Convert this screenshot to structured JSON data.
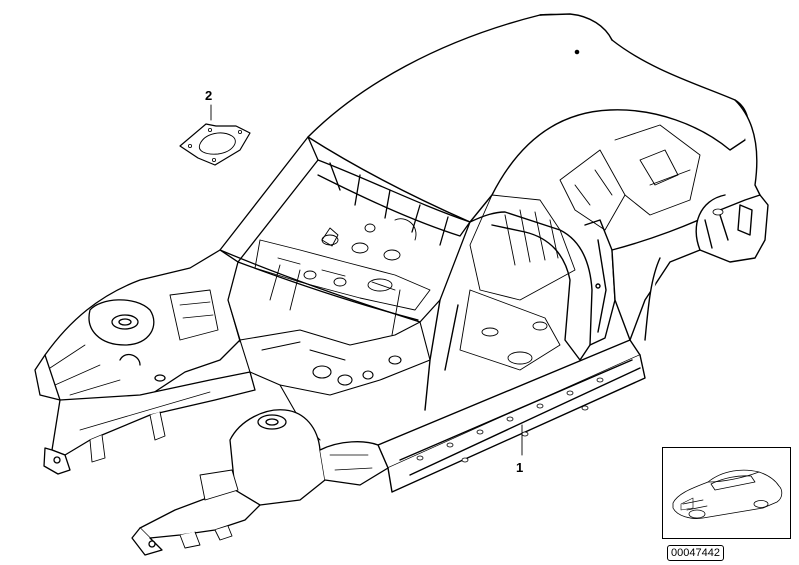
{
  "diagram": {
    "callouts": [
      {
        "id": "1",
        "label": "1"
      },
      {
        "id": "2",
        "label": "2"
      }
    ],
    "reference_number": "00047442",
    "line_color": "#000000",
    "background": "#ffffff"
  }
}
